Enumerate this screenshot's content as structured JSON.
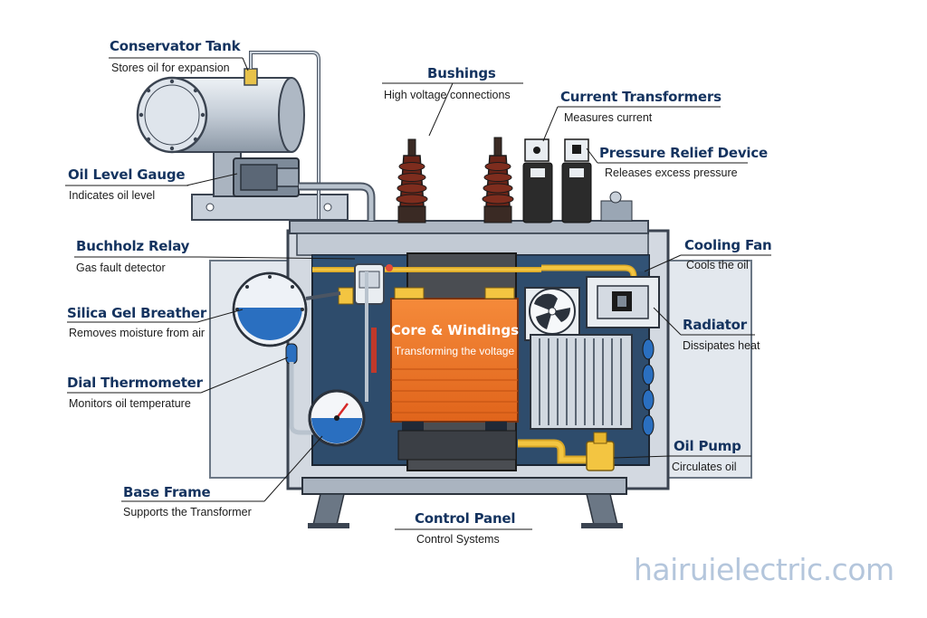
{
  "components": [
    {
      "id": "conservator",
      "title": "Conservator Tank",
      "desc": "Stores oil for expansion"
    },
    {
      "id": "oil_level",
      "title": "Oil Level Gauge",
      "desc": "Indicates oil level"
    },
    {
      "id": "buchholz",
      "title": "Buchholz Relay",
      "desc": "Gas fault detector"
    },
    {
      "id": "breather",
      "title": "Silica Gel Breather",
      "desc": "Removes moisture from air"
    },
    {
      "id": "thermometer",
      "title": "Dial Thermometer",
      "desc": "Monitors oil temperature"
    },
    {
      "id": "base_frame",
      "title": "Base Frame",
      "desc": "Supports the Transformer"
    },
    {
      "id": "bushings",
      "title": "Bushings",
      "desc": "High voltage connections"
    },
    {
      "id": "control_panel",
      "title": "Control Panel",
      "desc": "Control Systems"
    },
    {
      "id": "current_tx",
      "title": "Current Transformers",
      "desc": "Measures current"
    },
    {
      "id": "pressure_relief",
      "title": "Pressure Relief Device",
      "desc": "Releases excess pressure"
    },
    {
      "id": "cooling_fan",
      "title": "Cooling Fan",
      "desc": "Cools the oil"
    },
    {
      "id": "radiator",
      "title": "Radiator",
      "desc": "Dissipates heat"
    },
    {
      "id": "oil_pump",
      "title": "Oil Pump",
      "desc": "Circulates oil"
    }
  ],
  "core": {
    "title": "Core & Windings",
    "desc": "Transforming the voltage"
  },
  "watermark": "hairuielectric.com",
  "colors": {
    "title": "#14335f",
    "tank": "#cfd6df",
    "oil": "#2b4a6b",
    "core": "#f07a26",
    "bushing": "#6a2418",
    "brass": "#f1c232"
  }
}
